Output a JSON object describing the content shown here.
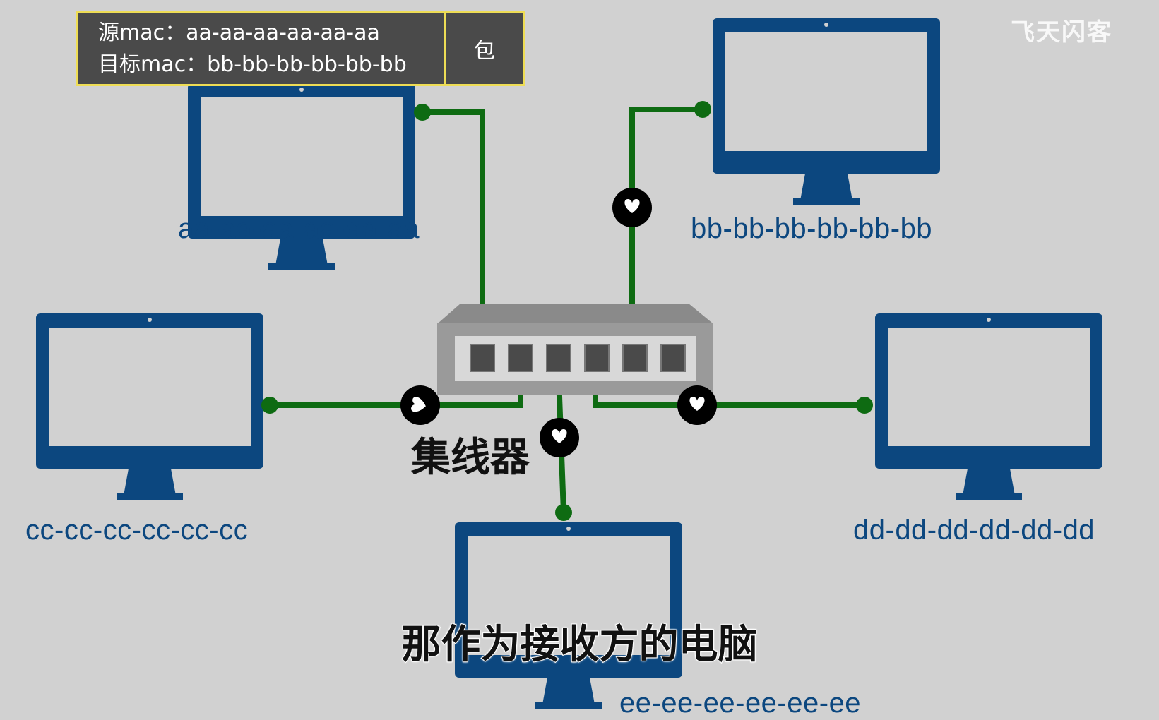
{
  "packet": {
    "src_label": "源mac：",
    "src_mac": "aa-aa-aa-aa-aa-aa",
    "dst_label": "目标mac：",
    "dst_mac": "bb-bb-bb-bb-bb-bb",
    "payload": "包"
  },
  "computers": {
    "a": {
      "mac": "aa-aa-aa-aa-aa-aa"
    },
    "b": {
      "mac": "bb-bb-bb-bb-bb-bb"
    },
    "c": {
      "mac": "cc-cc-cc-cc-cc-cc"
    },
    "d": {
      "mac": "dd-dd-dd-dd-dd-dd"
    },
    "e": {
      "mac": "ee-ee-ee-ee-ee-ee"
    }
  },
  "hub": {
    "label": "集线器",
    "port_count": 6
  },
  "subtitle": "那作为接收方的电脑",
  "watermark": "飞天闪客",
  "colors": {
    "background": "#d1d1d1",
    "monitor": "#0c477f",
    "cable": "#0e6b12",
    "packet_bg": "#4a4a4a",
    "packet_border": "#eedd55"
  }
}
